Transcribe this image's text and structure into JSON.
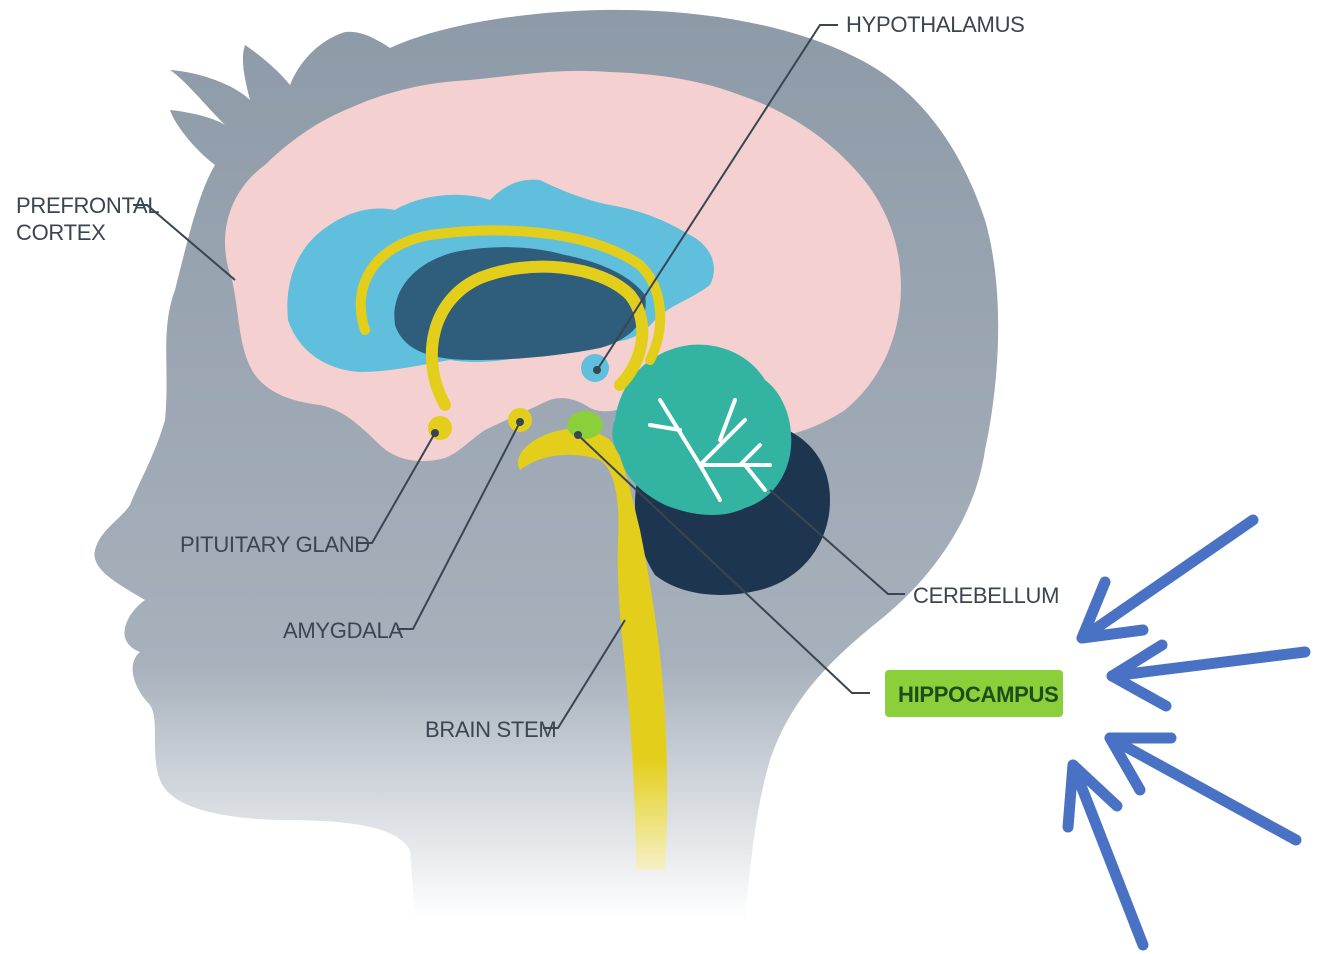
{
  "labels": {
    "hypothalamus": "HYPOTHALAMUS",
    "prefrontal_line1": "PREFRONTAL",
    "prefrontal_line2": "CORTEX",
    "pituitary": "PITUITARY GLAND",
    "amygdala": "AMYGDALA",
    "brain_stem": "BRAIN STEM",
    "cerebellum": "CEREBELLUM",
    "hippocampus": "HIPPOCAMPUS"
  },
  "highlighted_region": "hippocampus",
  "colors": {
    "head": "#8d9aa7",
    "cortex": "#f4d0d0",
    "ventricle": "#5fbfdc",
    "ventricle_dark": "#2e5e7c",
    "limbic": "#e3cf1b",
    "cerebellum": "#33b3a2",
    "cerebellum_dark": "#1e3550",
    "hippocampus": "#8bcf3a",
    "label_text": "#3a4552",
    "arrow": "#4a72c4"
  },
  "annotation": {
    "arrow_count": 4,
    "arrow_target": "hippocampus"
  }
}
